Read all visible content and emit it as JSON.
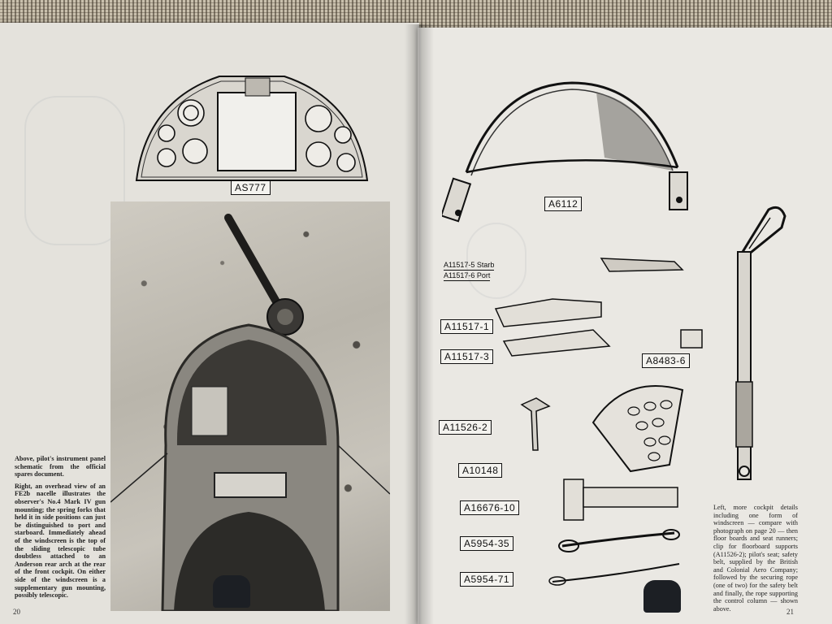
{
  "left_page": {
    "figure_label": "AS777",
    "caption_paragraphs": [
      "Above, pilot's instrument panel schematic from the official spares document.",
      "Right, an overhead view of an FE2b nacelle illustrates the observer's No.4 Mark IV gun mounting; the spring forks that held it in side positions can just be distinguished to port and starboard. Immediately ahead of the windscreen is the top of the sliding telescopic tube doubtless attached to an Anderson rear arch at the rear of the front cockpit. On either side of the windscreen is a supplementary gun mounting, possibly telescopic."
    ],
    "page_number": "20"
  },
  "right_page": {
    "parts": {
      "windscreen": "A6112",
      "starb": "A11517-5 Starb",
      "port": "A11517-6 Port",
      "floor1": "A11517-1",
      "floor3": "A11517-3",
      "clip": "A8483-6",
      "support": "A11526-2",
      "seat": "A10148",
      "belt": "A16676-10",
      "rope35": "A5954-35",
      "rope71": "A5954-71"
    },
    "caption": "Left, more cockpit details including one form of windscreen — compare with photograph on page 20 — then floor boards and seat runners; clip for floorboard supports (A11526-2); pilot's seat; safety belt, supplied by the British and Colonial Aero Company; followed by the securing rope (one of two) for the safety belt and finally, the rope supporting the control column — shown above.",
    "page_number": "21"
  }
}
